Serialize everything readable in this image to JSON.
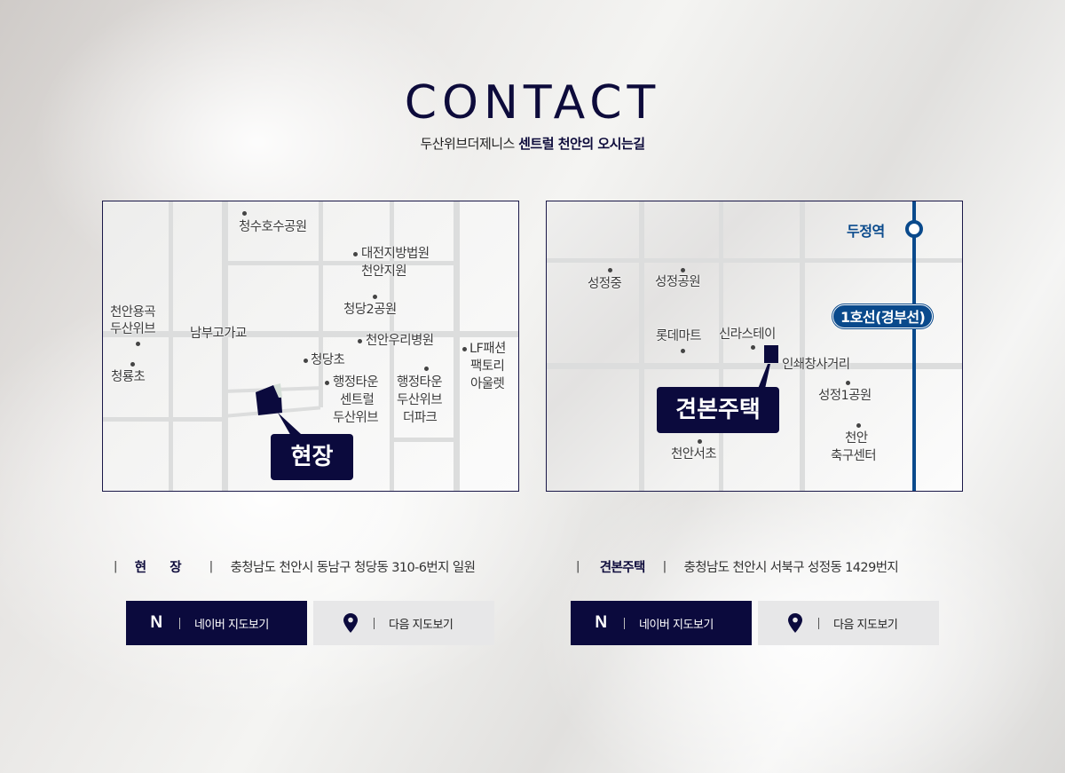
{
  "header": {
    "title": "CONTACT",
    "subtitle_prefix": "두산위브더제니스 ",
    "subtitle_bold": "센트럴 천안의 오시는길"
  },
  "maps": {
    "site": {
      "tag": "현장",
      "labels": {
        "cheongsu_park": "청수호수공원",
        "court": "대전지방법원",
        "court2": "천안지원",
        "cheongdang2_park": "청당2공원",
        "yonggok_1": "천안용곡",
        "yonggok_2": "두산위브",
        "nambu_overpass": "남부고가교",
        "woori_hospital": "천안우리병원",
        "lf_1": "LF패션",
        "lf_2": "팩토리",
        "lf_3": "아울렛",
        "cheongdang_elem": "청당초",
        "central_1": "행정타운",
        "central_2": "센트럴",
        "central_3": "두산위브",
        "thepark_1": "행정타운",
        "thepark_2": "두산위브",
        "thepark_3": "더파크",
        "cheongryong_elem": "청룡초"
      }
    },
    "model_house": {
      "tag": "견본주택",
      "station": "두정역",
      "line": "1호선(경부선)",
      "labels": {
        "seongjeong_middle": "성정중",
        "seongjeong_park": "성정공원",
        "lotte_mart": "롯데마트",
        "shilla_stay": "신라스테이",
        "print_street": "인쇄창사거리",
        "seongjeong1_park": "성정1공원",
        "seoche_elem": "천안서초",
        "soccer_1": "천안",
        "soccer_2": "축구센터"
      }
    }
  },
  "addresses": {
    "site": {
      "name": "현      장",
      "address": "충청남도 천안시 동남구 청당동 310-6번지 일원"
    },
    "model_house": {
      "name": "견본주택",
      "address": "충청남도 천안시 서북구 성정동 1429번지"
    }
  },
  "buttons": {
    "naver_icon": "N",
    "naver_label": "네이버 지도보기",
    "daum_label": "다음 지도보기"
  },
  "colors": {
    "navy": "#0b0a3d",
    "rail_blue": "#0a4a8c",
    "button_gray": "#e7e7e8"
  }
}
